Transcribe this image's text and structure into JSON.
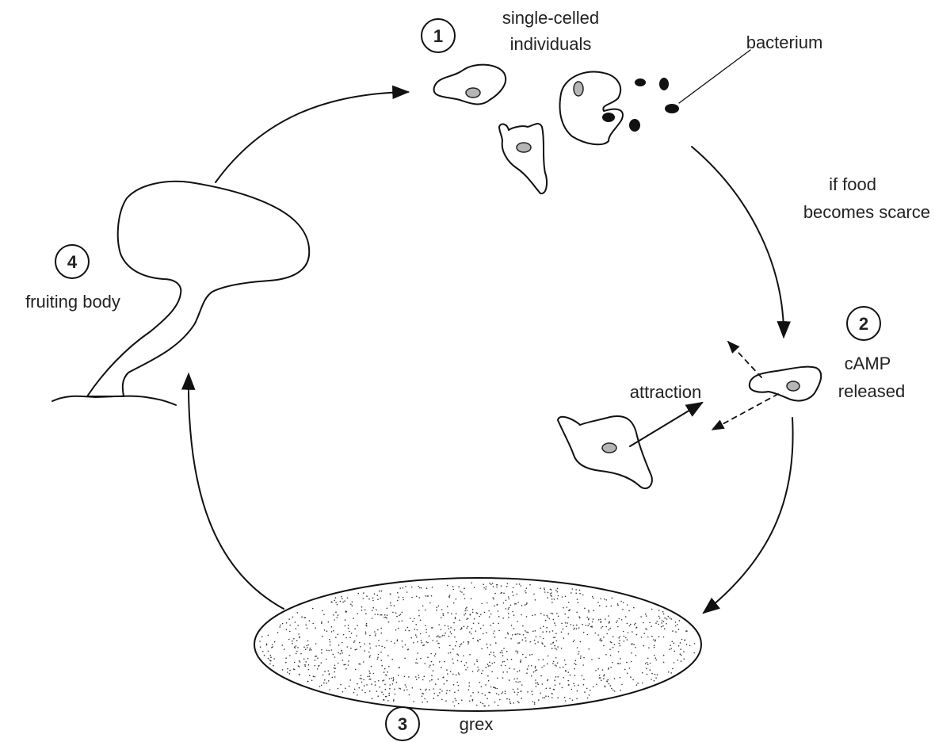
{
  "stages": [
    {
      "number": "1",
      "label_lines": [
        "single-celled",
        "individuals"
      ]
    },
    {
      "number": "2",
      "label_lines": [
        "cAMP",
        "released"
      ]
    },
    {
      "number": "3",
      "label_lines": [
        "grex"
      ]
    },
    {
      "number": "4",
      "label_lines": [
        "fruiting body"
      ]
    }
  ],
  "annotations": {
    "bacterium": "bacterium",
    "transition_line1": "if food",
    "transition_line2": "becomes scarce",
    "attraction": "attraction"
  },
  "colors": {
    "line": "#111111",
    "nucleus": "#b5b5b5",
    "text": "#222222"
  }
}
